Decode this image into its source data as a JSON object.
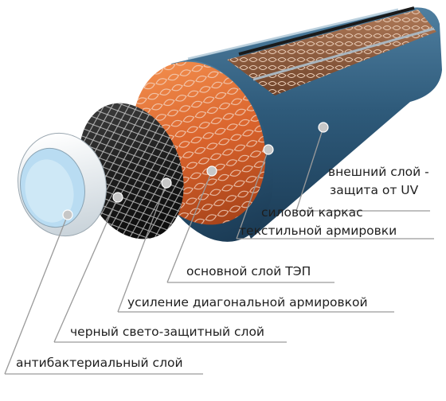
{
  "labels": {
    "outer_line1": "внешний слой -",
    "outer_line2": "защита от UV",
    "frame_line1": "силовой каркас",
    "frame_line2": "текстильной армировки",
    "tpe": "основной слой ТЭП",
    "diagonal": "усиление диагональной армировкой",
    "black": "черный свето-защитный слой",
    "antibac": "антибактериальный слой"
  },
  "colors": {
    "outer_blue": "#2e5a7a",
    "textile_brown": "#8a5a3e",
    "tpe_orange": "#d9632c",
    "black_layer": "#1c1c1c",
    "inner_white": "#eef2f5",
    "inner_core": "#b9dcf2",
    "pointer_line": "#9a9a9a"
  }
}
